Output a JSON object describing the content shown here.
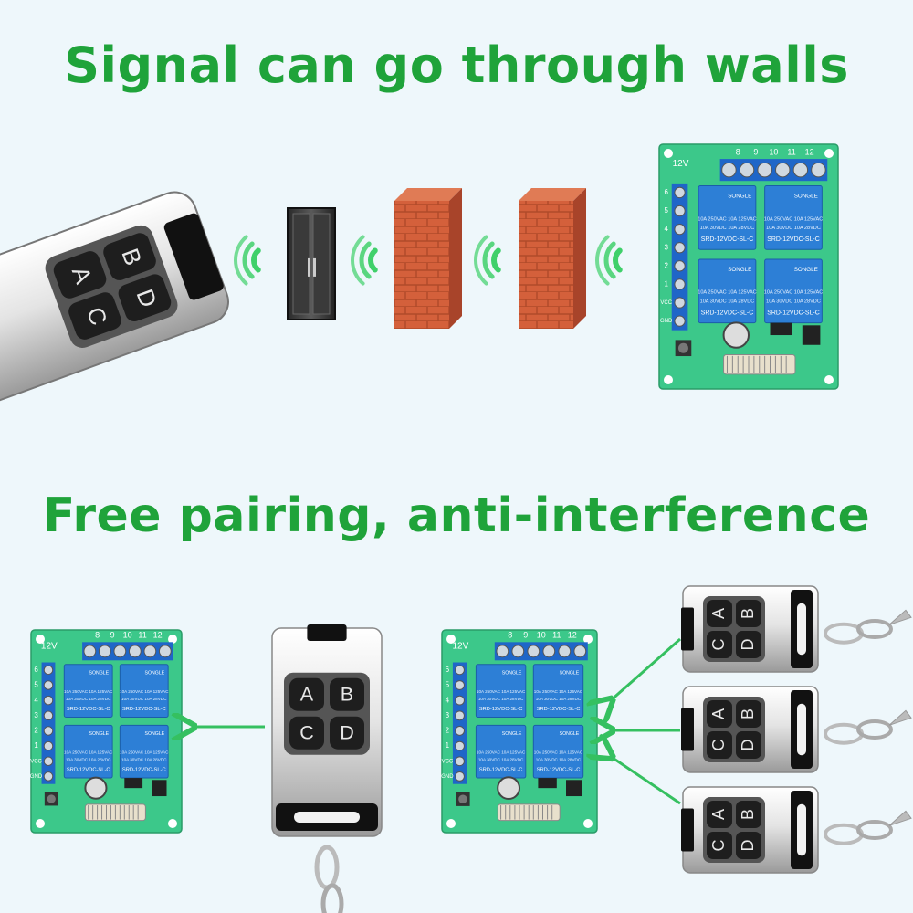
{
  "headlines": {
    "top": "Signal can go through walls",
    "bottom": "Free pairing, anti-interference"
  },
  "remote": {
    "buttons": [
      "A",
      "B",
      "C",
      "D"
    ]
  },
  "relay_board": {
    "voltage_label": "12V",
    "top_terminal_labels": [
      "8",
      "9",
      "10",
      "11",
      "12"
    ],
    "side_terminal_labels": [
      "6",
      "5",
      "4",
      "3",
      "2",
      "1"
    ],
    "power_labels": [
      "VCC",
      "GND"
    ],
    "relay_brand": "SONGLE",
    "relay_spec_line1": "10A 250VAC 10A 125VAC",
    "relay_spec_line2": "10A 30VDC 10A 28VDC",
    "relay_model": "SRD-12VDC-SL-C"
  },
  "colors": {
    "headline_green": "#1fa33a",
    "signal_green": "#3fd06a",
    "arrow_green": "#35c060",
    "pcb_green": "#3cc88a",
    "relay_blue": "#2d7fd6",
    "terminal_blue": "#1f66c8",
    "brick": "#d4603b",
    "background": "#eef7fb"
  },
  "icons": [
    "signal-wave-icon",
    "door-icon",
    "brick-wall-icon",
    "arrow-icon",
    "keychain-ring-icon"
  ]
}
